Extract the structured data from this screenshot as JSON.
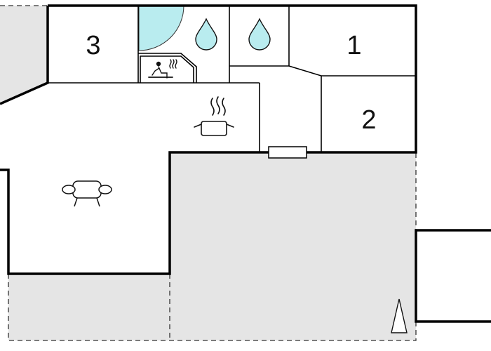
{
  "rooms": {
    "room_1": "1",
    "room_2": "2",
    "room_3": "3"
  },
  "icons": {
    "sauna": "sauna-icon",
    "water_drop_left": "water-drop-icon",
    "water_drop_right": "water-drop-icon",
    "kitchen": "cooking-pot-icon",
    "living": "sofa-icon",
    "north_arrow": "north-arrow-icon"
  },
  "colors": {
    "terrace_fill": "#e5e5e5",
    "water_fill": "#b9ecef",
    "wall": "#000000"
  }
}
